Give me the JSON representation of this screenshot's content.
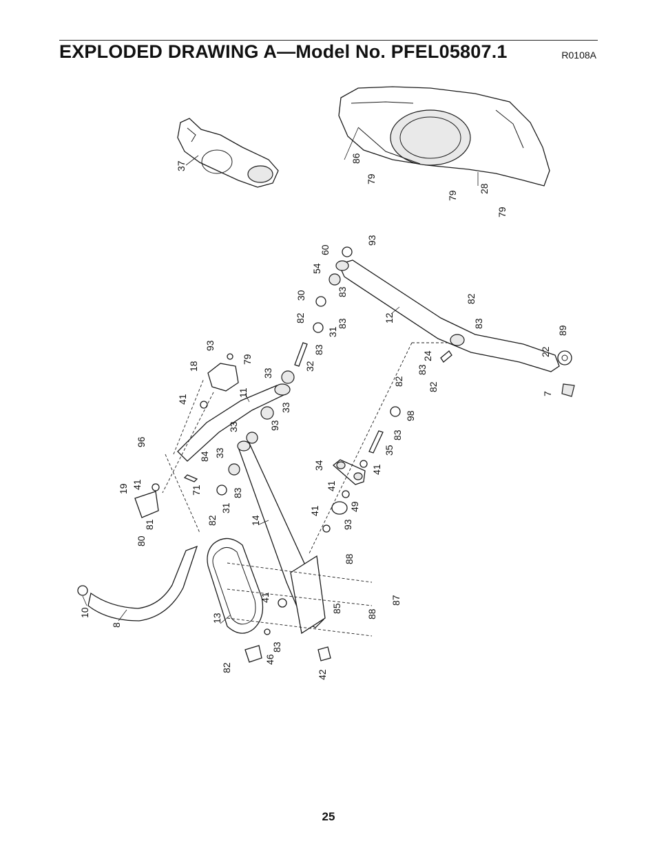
{
  "header": {
    "title": "EXPLODED DRAWING A—Model No. PFEL05807.1",
    "code": "R0108A"
  },
  "footer": {
    "page_number": "25"
  },
  "part_labels": [
    "37",
    "86",
    "79",
    "79",
    "28",
    "79",
    "93",
    "60",
    "54",
    "83",
    "30",
    "82",
    "83",
    "31",
    "83",
    "32",
    "12",
    "82",
    "83",
    "89",
    "22",
    "7",
    "24",
    "83",
    "82",
    "93",
    "79",
    "18",
    "33",
    "11",
    "41",
    "33",
    "93",
    "33",
    "96",
    "84",
    "33",
    "82",
    "98",
    "83",
    "35",
    "34",
    "41",
    "41",
    "49",
    "41",
    "93",
    "19",
    "41",
    "71",
    "83",
    "31",
    "82",
    "80",
    "81",
    "14",
    "88",
    "87",
    "85",
    "88",
    "41",
    "13",
    "83",
    "46",
    "82",
    "42",
    "10",
    "8"
  ]
}
